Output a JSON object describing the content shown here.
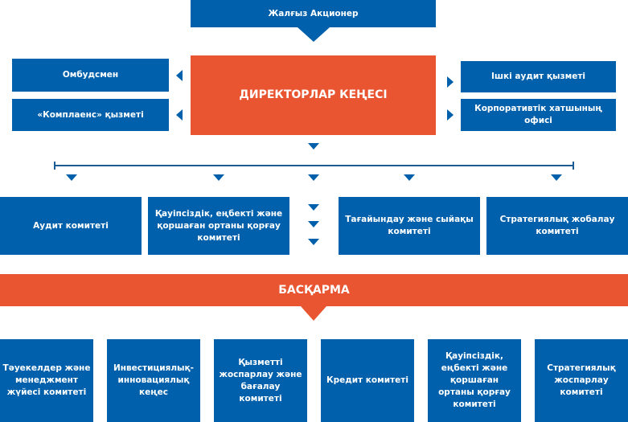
{
  "shareholder": {
    "label": "Жалғыз Акционер"
  },
  "board": {
    "label": "ДИРЕКТОРЛАР КЕҢЕСІ"
  },
  "left_units": [
    {
      "label": "Омбудсмен"
    },
    {
      "label": "«Комплаенс» қызметі"
    }
  ],
  "right_units": [
    {
      "label": "Ішкі аудит қызметі"
    },
    {
      "label": "Корпоративтік хатшының офисі"
    }
  ],
  "board_committees": [
    {
      "label": "Аудит комитеті"
    },
    {
      "label": "Қауіпсіздік, еңбекті және қоршаған ортаны қорғау комитеті"
    },
    {
      "label": "Тағайындау және сыйақы комитеті"
    },
    {
      "label": "Стратегиялық жобалау комитеті"
    }
  ],
  "management": {
    "label": "БАСҚАРМА"
  },
  "management_committees": [
    {
      "label": "Тәуекелдер және менеджмент жүйесі комитеті"
    },
    {
      "label": "Инвестициялық-инновациялық кеңес"
    },
    {
      "label": "Қызметті жоспарлау және бағалау комитеті"
    },
    {
      "label": "Кредит комитеті"
    },
    {
      "label": "Қауіпсіздік, еңбекті және қоршаған ортаны қорғау комитеті"
    },
    {
      "label": "Стратегиялық жоспарлау комитеті"
    }
  ],
  "colors": {
    "blue": "#0060ab",
    "orange": "#e85530",
    "line": "#1a5c93"
  }
}
